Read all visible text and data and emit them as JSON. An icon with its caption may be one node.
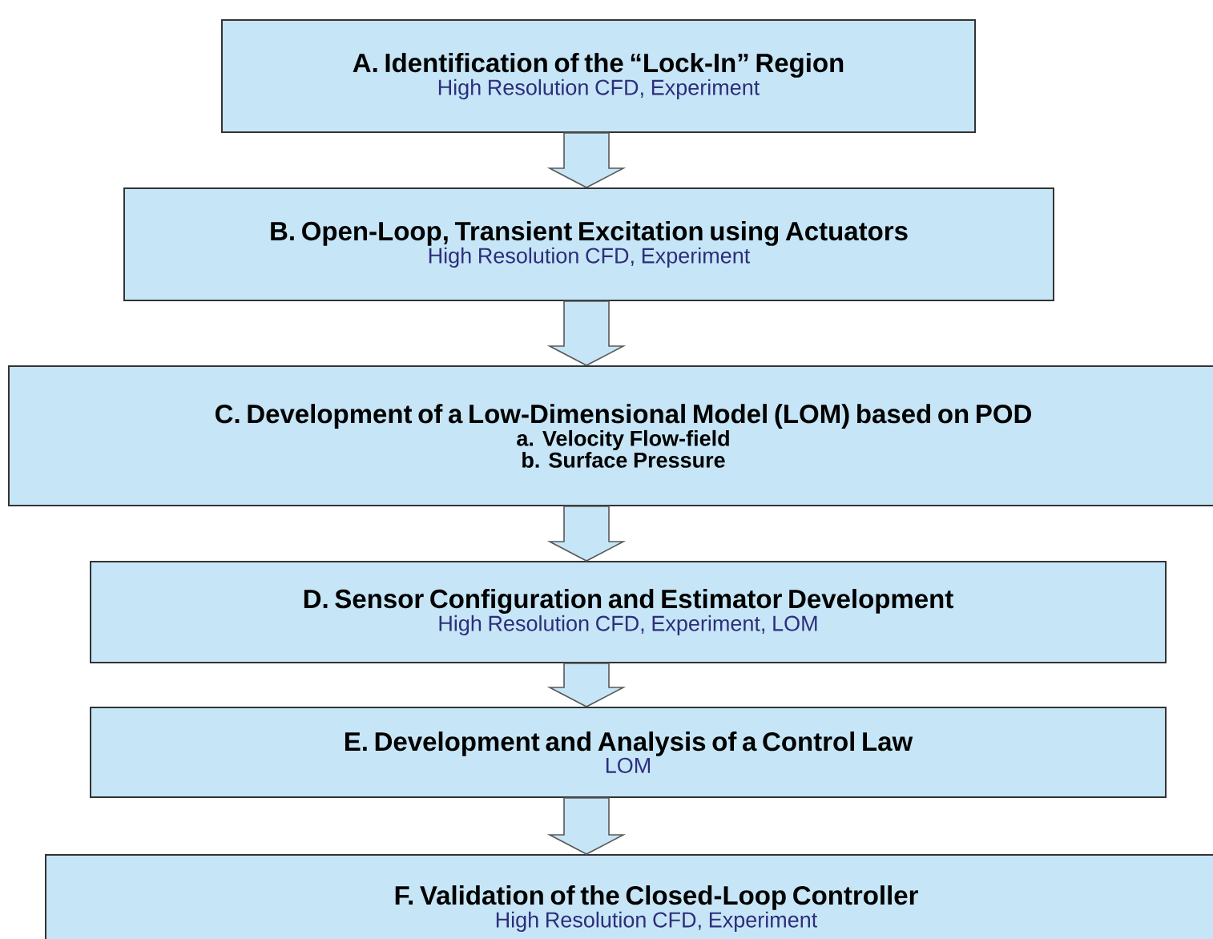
{
  "diagram": {
    "nodes": [
      {
        "text": [
          "A. Identification of the “Lock-In” Region",
          "High Resolution CFD, Experiment"
        ]
      },
      {
        "text": [
          "B. Open-Loop, Transient Excitation using Actuators",
          "High Resolution CFD, Experiment"
        ]
      },
      {
        "text": [
          "C. Development of a Low-Dimensional Model (LOM) based on POD",
          "a.  Velocity  Flow-field",
          "b.  Surface Pressure"
        ]
      },
      {
        "text": [
          "D. Sensor Configuration and Estimator Development",
          "High Resolution CFD, Experiment, LOM"
        ]
      },
      {
        "text": [
          "E. Development and Analysis of a Control Law",
          "LOM"
        ]
      },
      {
        "text": [
          "F. Validation of the Closed-Loop Controller",
          "High Resolution CFD, Experiment"
        ]
      }
    ],
    "edges": [
      {
        "from": 0,
        "to": 1,
        "arrow": "to"
      },
      {
        "from": 1,
        "to": 2,
        "arrow": "to"
      },
      {
        "from": 2,
        "to": 3,
        "arrow": "to"
      },
      {
        "from": 3,
        "to": 4,
        "arrow": "to"
      },
      {
        "from": 4,
        "to": 5,
        "arrow": "to"
      }
    ]
  }
}
